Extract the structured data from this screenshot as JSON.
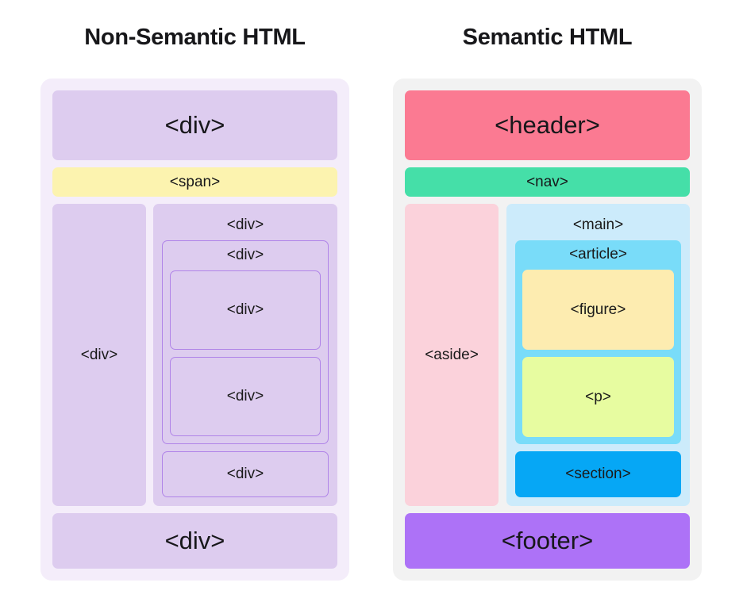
{
  "colors": {
    "page_background": "#FFFFFF",
    "text": "#17171A",
    "left_panel_background": "#F4EDFA",
    "right_panel_background": "#F2F2F2",
    "div_fill": "#DDCCEF",
    "div_border": "#B084E8",
    "span_fill": "#FCF3AF",
    "header_fill": "#FB7A92",
    "nav_fill": "#45DFA8",
    "aside_fill": "#FBD2DB",
    "main_fill": "#CCEBFB",
    "article_fill": "#79DCF9",
    "figure_fill": "#FDECB0",
    "p_fill": "#E7FCA0",
    "section_fill": "#06A7F5",
    "footer_fill": "#B濃"
  },
  "palette": {
    "footer_fill": "#AD72F7"
  },
  "left": {
    "title": "Non-Semantic HTML",
    "top_block": "<div>",
    "span_block": "<span>",
    "sidebar_block": "<div>",
    "content_label": "<div>",
    "nested_outer_label": "<div>",
    "nested_inner_1": "<div>",
    "nested_inner_2": "<div>",
    "nested_sibling": "<div>",
    "bottom_block": "<div>"
  },
  "right": {
    "title": "Semantic HTML",
    "header": "<header>",
    "nav": "<nav>",
    "aside": "<aside>",
    "main": "<main>",
    "article": "<article>",
    "figure": "<figure>",
    "paragraph": "<p>",
    "section": "<section>",
    "footer": "<footer>"
  }
}
